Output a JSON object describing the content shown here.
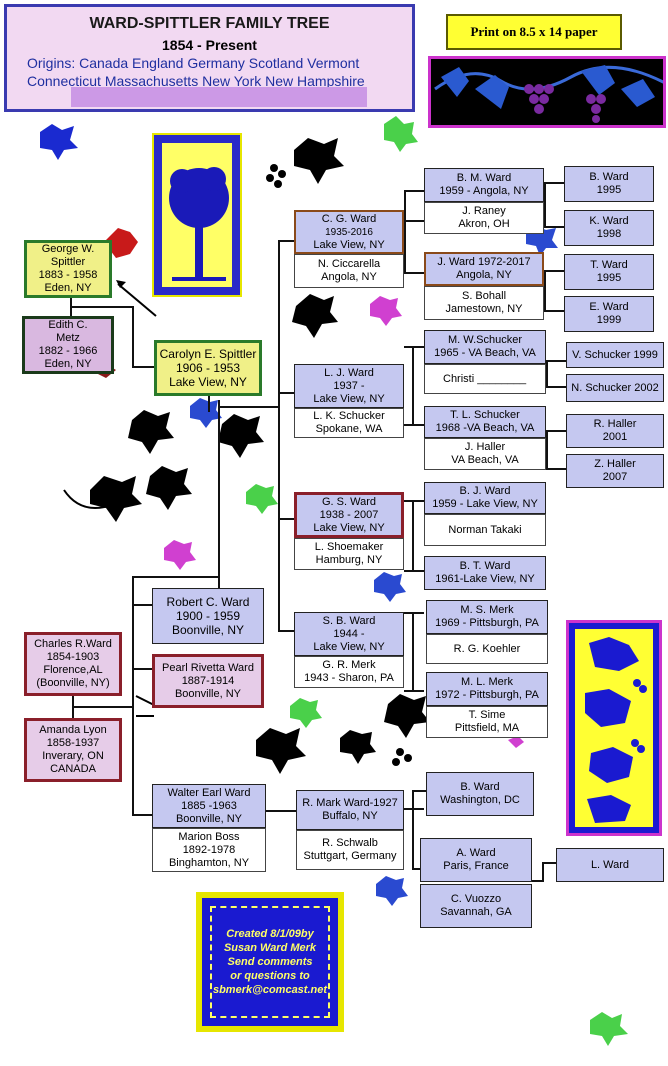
{
  "title": {
    "heading": "WARD-SPITTLER  FAMILY  TREE",
    "years": "1854 - Present",
    "origins_line1": "Origins: Canada   England   Germany   Scotland  Vermont",
    "origins_line2": "Connecticut  Massachusetts  New York  New Hampshire"
  },
  "print_note": "Print on 8.5 x 14 paper",
  "people": {
    "george": [
      "George W.",
      "Spittler",
      "1883 - 1958",
      "Eden, NY"
    ],
    "edith": [
      "Edith C.",
      "Metz",
      "1882 - 1966",
      "Eden, NY"
    ],
    "carolyn": [
      "Carolyn E. Spittler",
      "1906 - 1953",
      "Lake View,  NY"
    ],
    "cg_ward": [
      "C. G. Ward",
      "1935-2016",
      "Lake View, NY"
    ],
    "ciccarella": [
      "N. Ciccarella",
      "Angola,  NY"
    ],
    "bm_ward": [
      "B. M. Ward",
      "1959 - Angola,  NY"
    ],
    "raney": [
      "J.  Raney",
      "Akron, OH"
    ],
    "j_ward": [
      "J. Ward 1972-2017",
      "Angola, NY"
    ],
    "bohall": [
      "S. Bohall",
      "Jamestown,  NY"
    ],
    "b_ward_95": [
      "B.  Ward",
      "1995"
    ],
    "k_ward": [
      "K.  Ward",
      "1998"
    ],
    "t_ward": [
      "T.  Ward",
      "1995"
    ],
    "e_ward": [
      "E.  Ward",
      "1999"
    ],
    "lj_ward": [
      "L. J. Ward",
      "1937 -",
      "Lake View,  NY"
    ],
    "lk_schucker": [
      "L. K. Schucker",
      "Spokane, WA"
    ],
    "mw_schucker": [
      "M. W.Schucker",
      "1965 - VA Beach, VA"
    ],
    "christi": [
      "Christi ________"
    ],
    "tl_schucker": [
      "T. L. Schucker",
      "1968 -VA Beach, VA"
    ],
    "j_haller": [
      "J. Haller",
      "VA Beach, VA"
    ],
    "v_schucker": [
      "V. Schucker  1999"
    ],
    "n_schucker": [
      "N. Schucker  2002"
    ],
    "r_haller": [
      "R. Haller",
      "2001"
    ],
    "z_haller": [
      "Z. Haller",
      "2007"
    ],
    "gs_ward": [
      "G. S. Ward",
      "1938 - 2007",
      "Lake View,  NY"
    ],
    "shoemaker": [
      "L. Shoemaker",
      "Hamburg, NY"
    ],
    "bj_ward": [
      "B. J. Ward",
      "1959 - Lake View,  NY"
    ],
    "takaki": [
      "Norman Takaki"
    ],
    "bt_ward": [
      "B. T. Ward",
      "1961-Lake View,  NY"
    ],
    "sb_ward": [
      "S. B. Ward",
      "1944 -",
      "Lake View,  NY"
    ],
    "gr_merk": [
      "G. R. Merk",
      "1943 - Sharon,  PA"
    ],
    "ms_merk": [
      "M. S. Merk",
      "1969 - Pittsburgh,  PA"
    ],
    "koehler": [
      "R. G. Koehler"
    ],
    "ml_merk": [
      "M. L. Merk",
      "1972 - Pittsburgh,  PA"
    ],
    "sime": [
      "T. Sime",
      "Pittsfield, MA"
    ],
    "robert": [
      "Robert C. Ward",
      "1900  - 1959",
      "Boonville,  NY"
    ],
    "charles": [
      "Charles R.Ward",
      "1854-1903",
      "Florence,AL",
      "(Boonville, NY)"
    ],
    "pearl": [
      "Pearl Rivetta Ward",
      "1887-1914",
      "Boonville, NY"
    ],
    "amanda": [
      "Amanda Lyon",
      "1858-1937",
      "Inverary, ON",
      "CANADA"
    ],
    "walter": [
      "Walter Earl Ward",
      "1885 -1963",
      "Boonville,  NY"
    ],
    "marion": [
      "Marion Boss",
      "1892-1978",
      "Binghamton, NY"
    ],
    "r_mark": [
      "R. Mark Ward-1927",
      "Buffalo, NY"
    ],
    "schwalb": [
      "R. Schwalb",
      "Stuttgart, Germany"
    ],
    "b_ward_dc": [
      "B. Ward",
      "Washington, DC"
    ],
    "a_ward": [
      "A. Ward",
      "Paris, France"
    ],
    "vuozzo": [
      "C. Vuozzo",
      "Savannah, GA"
    ],
    "l_ward": [
      "L. Ward"
    ]
  },
  "credit": [
    "Created 8/1/09by",
    "Susan Ward Merk",
    "Send comments",
    "or questions to",
    "sbmerk@comcast.net"
  ],
  "colors": {
    "node_blue": "#c5c8f0",
    "node_yellow": "#f0f088",
    "node_pink": "#e6cce8",
    "title_bg": "#f2d9f2",
    "title_border": "#3a3ab0",
    "credit_bg": "#1a1ad0",
    "credit_text": "#ffff66"
  }
}
